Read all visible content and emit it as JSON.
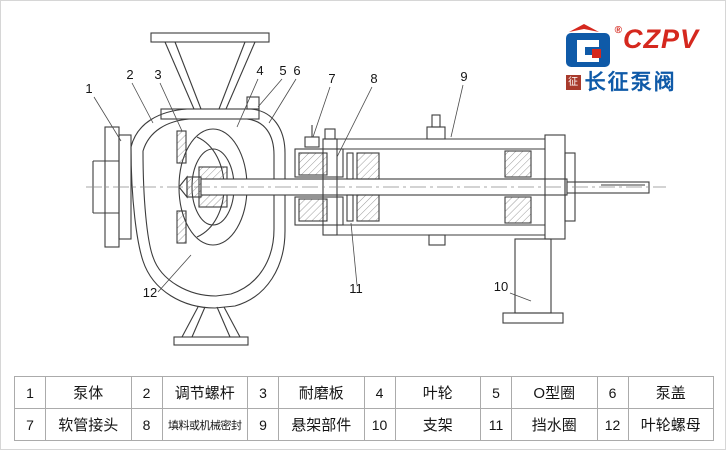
{
  "logo": {
    "brand": "CZPV",
    "registered": "®",
    "company": "长征泵阀",
    "seal": "征",
    "blue": "#0f5aa8",
    "red": "#d5281e"
  },
  "diagram": {
    "callouts": [
      "1",
      "2",
      "3",
      "4",
      "5",
      "6",
      "7",
      "8",
      "9",
      "10",
      "11",
      "12"
    ]
  },
  "parts": {
    "rows": [
      [
        {
          "num": "1",
          "name": "泵体"
        },
        {
          "num": "2",
          "name": "调节螺杆"
        },
        {
          "num": "3",
          "name": "耐磨板"
        },
        {
          "num": "4",
          "name": "叶轮"
        },
        {
          "num": "5",
          "name": "O型圈"
        },
        {
          "num": "6",
          "name": "泵盖"
        }
      ],
      [
        {
          "num": "7",
          "name": "软管接头"
        },
        {
          "num": "8",
          "name": "填料或机械密封"
        },
        {
          "num": "9",
          "name": "悬架部件"
        },
        {
          "num": "10",
          "name": "支架"
        },
        {
          "num": "11",
          "name": "挡水圈"
        },
        {
          "num": "12",
          "name": "叶轮螺母"
        }
      ]
    ]
  }
}
